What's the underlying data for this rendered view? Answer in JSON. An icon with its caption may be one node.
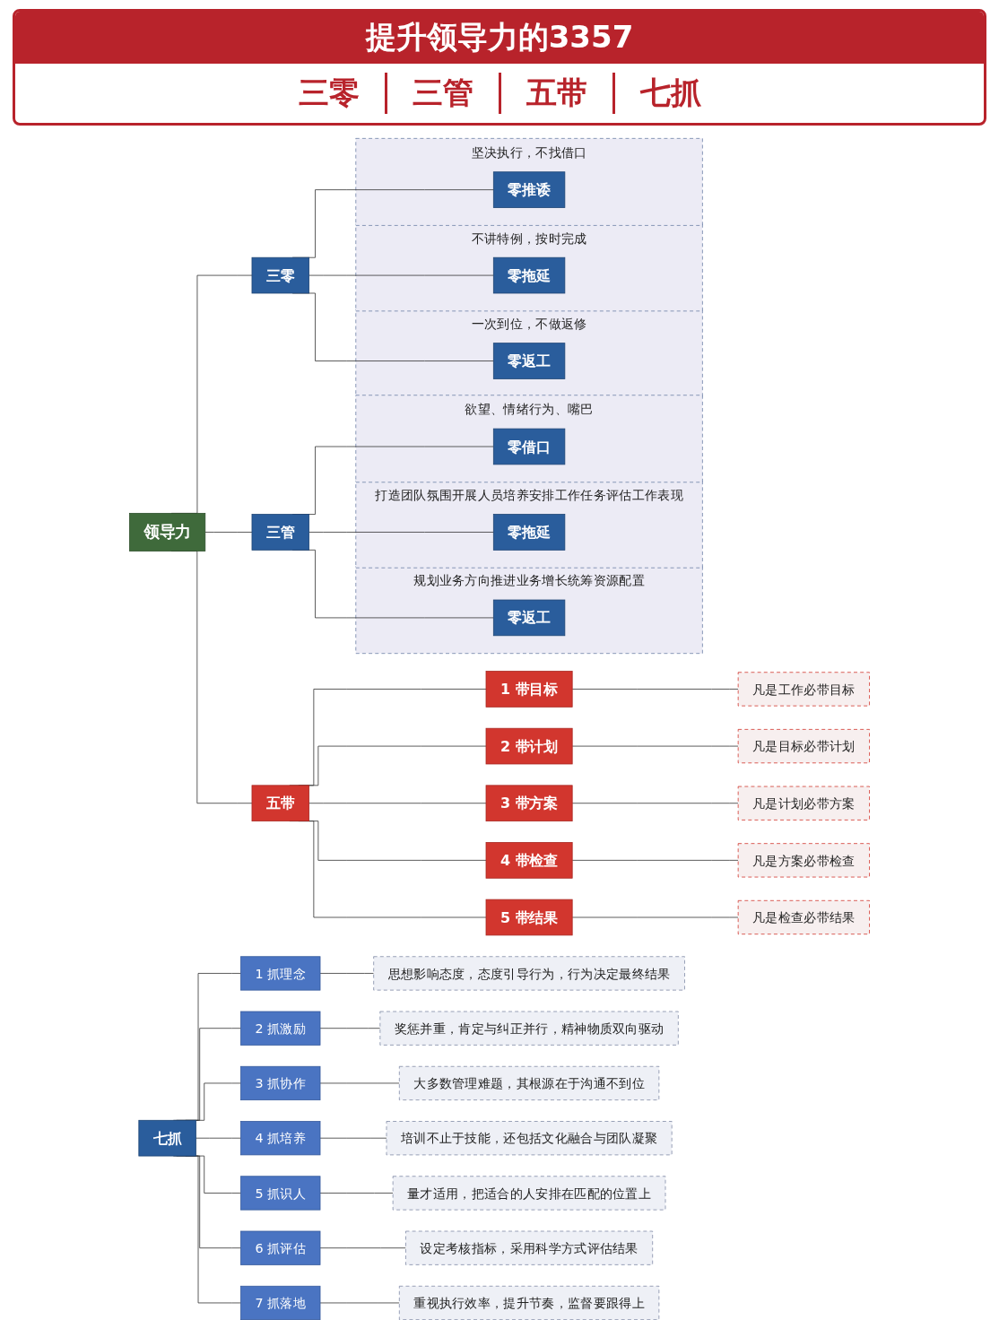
{
  "diagram": {
    "title": "提升领导力的3357",
    "nodes": [
      {
        "text": [
          "领导力"
        ]
      },
      {
        "text": [
          "坚决执行，不找借口"
        ]
      },
      {
        "text": [
          "零推诿"
        ],
        "in": 1
      },
      {
        "text": [
          "三零"
        ]
      },
      {
        "text": [
          "三管"
        ]
      },
      {
        "text": [
          "欲望、情绪行为、嘴巴"
        ]
      },
      {
        "text": [
          "零借口"
        ],
        "in": 5
      },
      {
        "text": [
          "不讲特例，按时完成"
        ]
      },
      {
        "text": [
          "零拖延"
        ],
        "in": 7
      },
      {
        "text": [
          "打造团队氛围开展人员培养安排工作任务评估工作表现"
        ]
      },
      {
        "text": [
          "零拖延"
        ],
        "in": 9
      },
      {
        "text": [
          "一次到位，不做返修"
        ]
      },
      {
        "text": [
          "零返工"
        ],
        "in": 11
      },
      {
        "text": [
          "规划业务方向推进业务增长统筹资源配置"
        ]
      },
      {
        "text": [
          "零返工"
        ],
        "in": 13
      },
      {
        "text": [
          "五带"
        ]
      },
      {
        "text": [
          "1 带目标"
        ]
      },
      {
        "text": [
          "2 带计划"
        ]
      },
      {
        "text": [
          "3 带方案"
        ]
      },
      {
        "text": [
          "4 带检查"
        ]
      },
      {
        "text": [
          "5 带结果"
        ]
      },
      {
        "text": [
          "凡是工作必带目标"
        ]
      },
      {
        "text": [
          "凡是目标必带计划"
        ]
      },
      {
        "text": [
          "凡是计划必带方案"
        ]
      },
      {
        "text": [
          "凡是方案必带检查"
        ]
      },
      {
        "text": [
          "凡是检查必带结果"
        ]
      },
      {
        "text": [
          "七抓"
        ]
      },
      {
        "text": [
          "1 抓理念"
        ]
      },
      {
        "text": [
          "思想影响态度，态度引导行为，行为决定最终结果"
        ]
      },
      {
        "text": [
          "2 抓激励"
        ]
      },
      {
        "text": [
          "奖惩并重，肯定与纠正并行，精神物质双向驱动"
        ]
      },
      {
        "text": [
          "3 抓协作"
        ]
      },
      {
        "text": [
          "大多数管理难题，其根源在于沟通不到位"
        ]
      },
      {
        "text": [
          "4 抓培养"
        ]
      },
      {
        "text": [
          "培训不止于技能，还包括文化融合与团队凝聚"
        ]
      },
      {
        "text": [
          "5 抓识人"
        ]
      },
      {
        "text": [
          "量才适用，把适合的人安排在匹配的位置上"
        ]
      },
      {
        "text": [
          "6 抓评估"
        ]
      },
      {
        "text": [
          "设定考核指标，采用科学方式评估结果"
        ]
      },
      {
        "text": [
          "7 抓落地"
        ]
      },
      {
        "text": [
          "重视执行效率，提升节奏，监督要跟得上"
        ]
      }
    ],
    "edges": [
      {
        "from": 0,
        "to": 3,
        "arrow": "none"
      },
      {
        "from": 0,
        "to": 4,
        "arrow": "none"
      },
      {
        "from": 0,
        "to": 15,
        "arrow": "none"
      },
      {
        "from": 3,
        "to": 2,
        "arrow": "none"
      },
      {
        "from": 3,
        "to": 8,
        "arrow": "none"
      },
      {
        "from": 3,
        "to": 12,
        "arrow": "none"
      },
      {
        "from": 4,
        "to": 6,
        "arrow": "none"
      },
      {
        "from": 4,
        "to": 10,
        "arrow": "none"
      },
      {
        "from": 4,
        "to": 14,
        "arrow": "none"
      },
      {
        "from": 15,
        "to": 16,
        "arrow": "none"
      },
      {
        "from": 15,
        "to": 17,
        "arrow": "none"
      },
      {
        "from": 15,
        "to": 18,
        "arrow": "none"
      },
      {
        "from": 15,
        "to": 19,
        "arrow": "none"
      },
      {
        "from": 15,
        "to": 20,
        "arrow": "none"
      },
      {
        "from": 16,
        "to": 21,
        "arrow": "none"
      },
      {
        "from": 17,
        "to": 22,
        "arrow": "none"
      },
      {
        "from": 18,
        "to": 23,
        "arrow": "none"
      },
      {
        "from": 19,
        "to": 24,
        "arrow": "none"
      },
      {
        "from": 20,
        "to": 25,
        "arrow": "none"
      },
      {
        "from": 26,
        "to": 27,
        "arrow": "none"
      },
      {
        "from": 26,
        "to": 29,
        "arrow": "none"
      },
      {
        "from": 26,
        "to": 31,
        "arrow": "none"
      },
      {
        "from": 26,
        "to": 33,
        "arrow": "none"
      },
      {
        "from": 26,
        "to": 35,
        "arrow": "none"
      },
      {
        "from": 26,
        "to": 37,
        "arrow": "none"
      },
      {
        "from": 26,
        "to": 39,
        "arrow": "none"
      },
      {
        "from": 27,
        "to": 28,
        "arrow": "none"
      },
      {
        "from": 29,
        "to": 30,
        "arrow": "none"
      },
      {
        "from": 31,
        "to": 32,
        "arrow": "none"
      },
      {
        "from": 33,
        "to": 34,
        "arrow": "none"
      },
      {
        "from": 35,
        "to": 36,
        "arrow": "none"
      },
      {
        "from": 37,
        "to": 38,
        "arrow": "none"
      },
      {
        "from": 39,
        "to": 40,
        "arrow": "none"
      }
    ],
    "labels": [
      "三零",
      "三管",
      "五带",
      "七抓"
    ]
  }
}
